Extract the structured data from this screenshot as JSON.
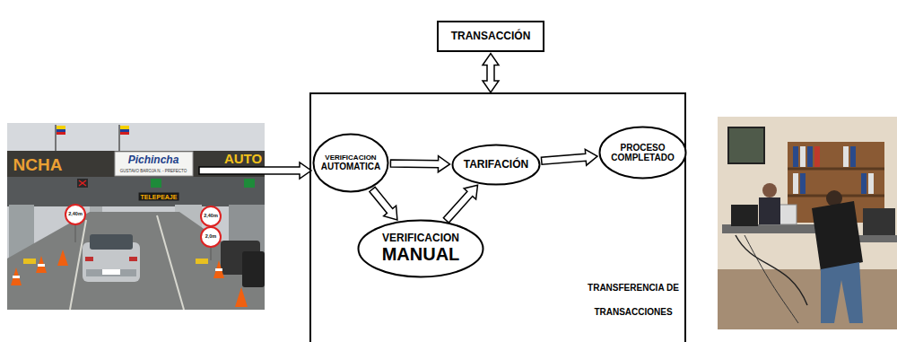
{
  "diagram": {
    "nodes": [
      {
        "text": [
          "TRANSACCIÓN"
        ]
      },
      {
        "text": [
          "TRANSFERENCIA DE TRANSACCIONES"
        ]
      },
      {
        "text": [
          "VERIFICACION",
          "AUTOMATICA"
        ],
        "in": 1
      },
      {
        "text": [
          "TARIFACIÓN"
        ],
        "in": 1
      },
      {
        "text": [
          "PROCESO COMPLETADO"
        ],
        "in": 1
      },
      {
        "text": [
          "VERIFICACION",
          "MANUAL"
        ],
        "in": 1
      }
    ],
    "edges": [
      {
        "from": 0,
        "to": 1,
        "arrow": "both"
      },
      {
        "from": 2,
        "to": 3,
        "arrow": "to"
      },
      {
        "from": 2,
        "to": 5,
        "arrow": "to"
      },
      {
        "from": 5,
        "to": 3,
        "arrow": "to"
      },
      {
        "from": 3,
        "to": 4,
        "arrow": "to"
      }
    ],
    "labels": [
      "NCHA",
      "Pichincha",
      "GUSTAVO BAROJA N. - PREFECTO",
      "AUTO",
      "TELEPEAJE",
      "2,40m",
      "2,40m",
      "2,0m"
    ]
  }
}
